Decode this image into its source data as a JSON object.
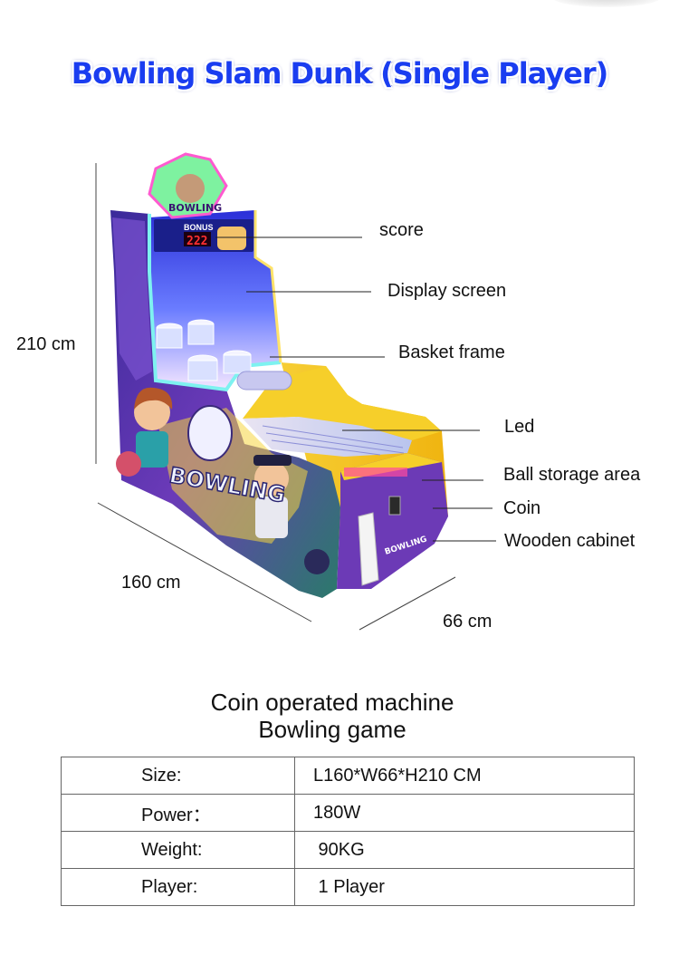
{
  "title": "Bowling Slam Dunk (Single Player)",
  "callouts": {
    "score": "score",
    "display_screen": "Display screen",
    "basket_frame": "Basket frame",
    "led": "Led",
    "ball_storage": "Ball storage area",
    "coin": "Coin",
    "wooden_cabinet": "Wooden cabinet"
  },
  "dimensions": {
    "height": "210 cm",
    "length": "160 cm",
    "width": "66 cm"
  },
  "machine_art": {
    "marquee": "BOWLING",
    "bonus_label": "BONUS",
    "bonus_value": "222",
    "side_logo": "BOWLING",
    "front_logo": "BOWLING"
  },
  "subheading": {
    "line1": "Coin operated machine",
    "line2": "Bowling game"
  },
  "specs": [
    {
      "label": "Size:",
      "value": "L160*W66*H210 CM"
    },
    {
      "label": "Power：",
      "value": "180W"
    },
    {
      "label": "Weight:",
      "value": " 90KG"
    },
    {
      "label": "Player:",
      "value": " 1 Player"
    }
  ],
  "colors": {
    "title": "#1a3df0",
    "cabinet_yellow": "#f3c21a",
    "cabinet_purple": "#5a2fa8",
    "screen_blue": "#2230c8",
    "neon_cyan": "#7ef2f0"
  }
}
